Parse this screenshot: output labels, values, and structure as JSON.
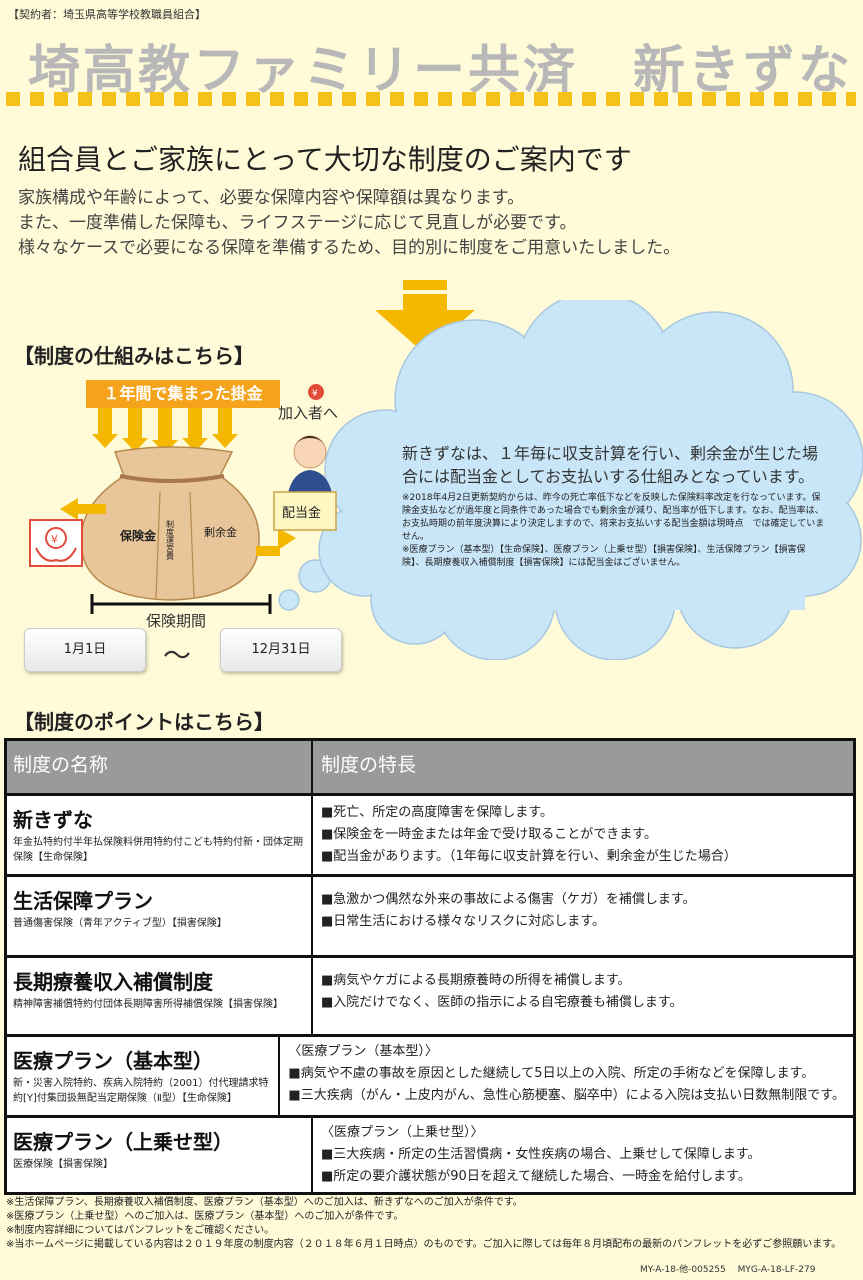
{
  "header": {
    "contractor": "【契約者：埼玉県高等学校教職員組合】",
    "title": "埼高教ファミリー共済　新きずな",
    "accent_color": "#f5c21a"
  },
  "intro": {
    "headline": "組合員とご家族にとって大切な制度のご案内です",
    "lines": [
      "家族構成や年齢によって、必要な保障内容や保障額は異なります。",
      "また、一度準備した保障も、ライフステージに応じて見直しが必要です。",
      "様々なケースで必要になる保障を準備するため、目的別に制度をご用意いたしました。"
    ]
  },
  "mechanism": {
    "section_title": "【制度の仕組みはこちら】",
    "collected_label": "１年間で集まった掛金",
    "joiner_label": "加入者へ",
    "bag_labels": {
      "insurance": "保険金",
      "expenses": "制度運営費",
      "surplus": "剰余金"
    },
    "dividend_label": "配当金",
    "yen_icon": "yen-icon",
    "period_label": "保険期間",
    "start_date": "1月1日",
    "tilde": "～",
    "end_date": "12月31日",
    "cloud": {
      "main": "新きずなは、１年毎に収支計算を行い、剰余金が生じた場合には配当金としてお支払いする仕組みとなっています。",
      "notes": [
        "※2018年4月2日更新契約からは、昨今の死亡率低下などを反映した保険料率改定を行なっています。保険金支払などが過年度と同条件であった場合でも剰余金が減り、配当率が低下します。なお、配当率は、お支払時期の前年度決算により決定しますので、将来お支払いする配当金額は現時点　では確定していません。",
        "※医療プラン（基本型）【生命保険】、医療プラン（上乗せ型）【損害保険】、生活保障プラン【損害保険】、長期療養収入補償制度【損害保険】には配当金はございません。"
      ]
    }
  },
  "points": {
    "section_title": "【制度のポイントはこちら】",
    "columns": [
      "制度の名称",
      "制度の特長"
    ],
    "rows": [
      {
        "name": "新きずな",
        "sub": "年金払特約付半年払保険料併用特約付こども特約付新・団体定期保険【生命保険】",
        "features": [
          "■死亡、所定の高度障害を保障します。",
          "■保険金を一時金または年金で受け取ることができます。",
          "■配当金があります。（1年毎に収支計算を行い、剰余金が生じた場合）"
        ]
      },
      {
        "name": "生活保障プラン",
        "sub": "普通傷害保険（青年アクティブ型）【損害保険】",
        "features": [
          "■急激かつ偶然な外来の事故による傷害（ケガ）を補償します。",
          "■日常生活における様々なリスクに対応します。"
        ]
      },
      {
        "name": "長期療養収入補償制度",
        "sub": "精神障害補償特約付団体長期障害所得補償保険【損害保険】",
        "features": [
          "■病気やケガによる長期療養時の所得を補償します。",
          "■入院だけでなく、医師の指示による自宅療養も補償します。"
        ]
      },
      {
        "name": "医療プラン（基本型）",
        "sub": "新・災害入院特約、疾病入院特約（2001）付代理請求特約[Y]付集団扱無配当定期保険（Ⅱ型）【生命保険】",
        "features": [
          "〈医療プラン（基本型）〉",
          "■病気や不慮の事故を原因とした継続して5日以上の入院、所定の手術などを保障します。",
          "■三大疾病（がん・上皮内がん、急性心筋梗塞、脳卒中）による入院は支払い日数無制限です。"
        ]
      },
      {
        "name": "医療プラン（上乗せ型）",
        "sub": "医療保険【損害保険】",
        "features": [
          "〈医療プラン（上乗せ型）〉",
          "■三大疾病・所定の生活習慣病・女性疾病の場合、上乗せして保障します。",
          "■所定の要介護状態が90日を超えて継続した場合、一時金を給付します。"
        ]
      }
    ]
  },
  "footer": {
    "notes": [
      "※生活保障プラン、長期療養収入補償制度、医療プラン（基本型）へのご加入は、新きずなへのご加入が条件です。",
      "※医療プラン（上乗せ型）へのご加入は、医療プラン（基本型）へのご加入が条件です。",
      "※制度内容詳細についてはパンフレットをご確認ください。",
      "※当ホームページに掲載している内容は２０１９年度の制度内容（２０１８年６月１日時点）のものです。ご加入に際しては毎年８月頃配布の最新のパンフレットを必ずご参照願います。"
    ],
    "codes": "MY-A-18-他-005255　 MYG-A-18-LF-279"
  }
}
